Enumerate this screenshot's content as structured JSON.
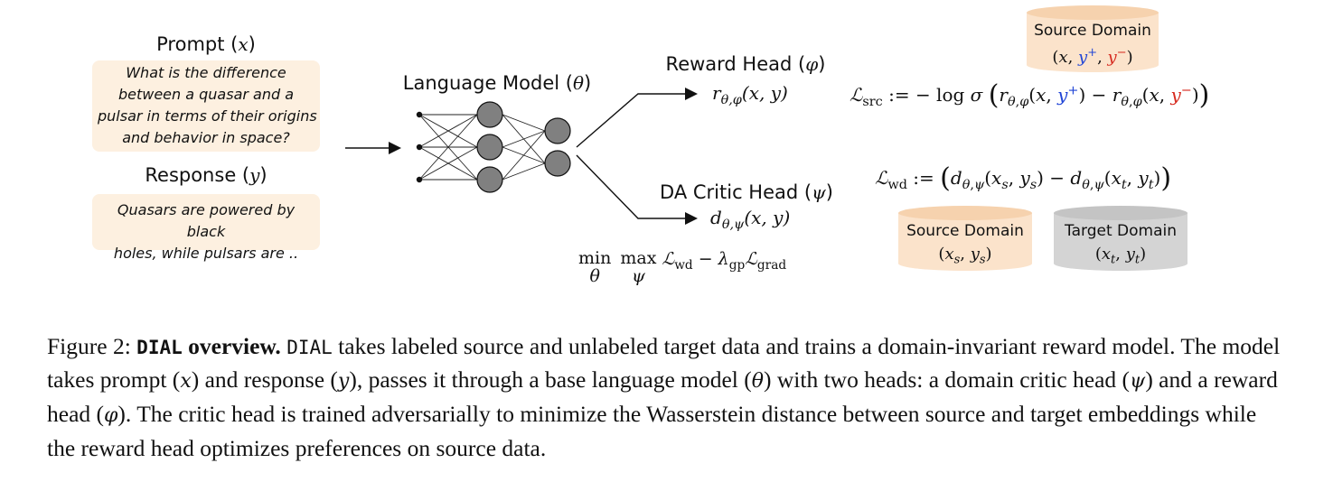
{
  "prompt": {
    "title": "Prompt (x)",
    "lines": [
      "What is the difference",
      "between a quasar and a",
      "pulsar in terms of their origins",
      "and behavior in space?"
    ]
  },
  "response": {
    "title": "Response (y)",
    "lines": [
      "Quasars are powered by black",
      "holes, while pulsars are .."
    ]
  },
  "lm": {
    "title": "Language Model (θ)"
  },
  "reward_head": {
    "title": "Reward Head (φ)",
    "output": "rθ,φ(x, y)"
  },
  "critic_head": {
    "title": "DA Critic Head (ψ)",
    "output": "dθ,ψ(x, y)"
  },
  "minmax": "min θ max ψ ℒwd − λgp ℒgrad",
  "loss_src": "ℒsrc := − log σ (rθ,φ(x, y+) − rθ,φ(x, y−))",
  "loss_wd": "ℒwd := (dθ,ψ(xs, ys) − dθ,ψ(xt, yt))",
  "source_top": {
    "title": "Source Domain",
    "sub": "(x, y+, y−)"
  },
  "source_bottom": {
    "title": "Source Domain",
    "sub": "(xs, ys)"
  },
  "target_bottom": {
    "title": "Target Domain",
    "sub": "(xt, yt)"
  },
  "colors": {
    "bubble": "#fdf0e0",
    "source": "#fbe3cb",
    "target": "#d4d4d4",
    "node": "#808080",
    "blue": "#1f44d6",
    "red": "#d62a1f"
  },
  "caption": {
    "fig": "Figure 2:",
    "bold_name": "DIAL",
    "bold_rest": " overview.",
    "name": "DIAL",
    "t1": " takes labeled source and unlabeled target data and trains a domain-invariant reward model. The model takes prompt (",
    "v_x": "x",
    "t2": ") and response (",
    "v_y": "y",
    "t3": "), passes it through a base language model (",
    "v_theta": "θ",
    "t4": ") with two heads: a domain critic head (",
    "v_psi": "ψ",
    "t5": ") and a reward head (",
    "v_phi": "φ",
    "t6": "). The critic head is trained adversarially to minimize the Wasserstein distance between source and target embeddings while the reward head optimizes preferences on source data."
  }
}
